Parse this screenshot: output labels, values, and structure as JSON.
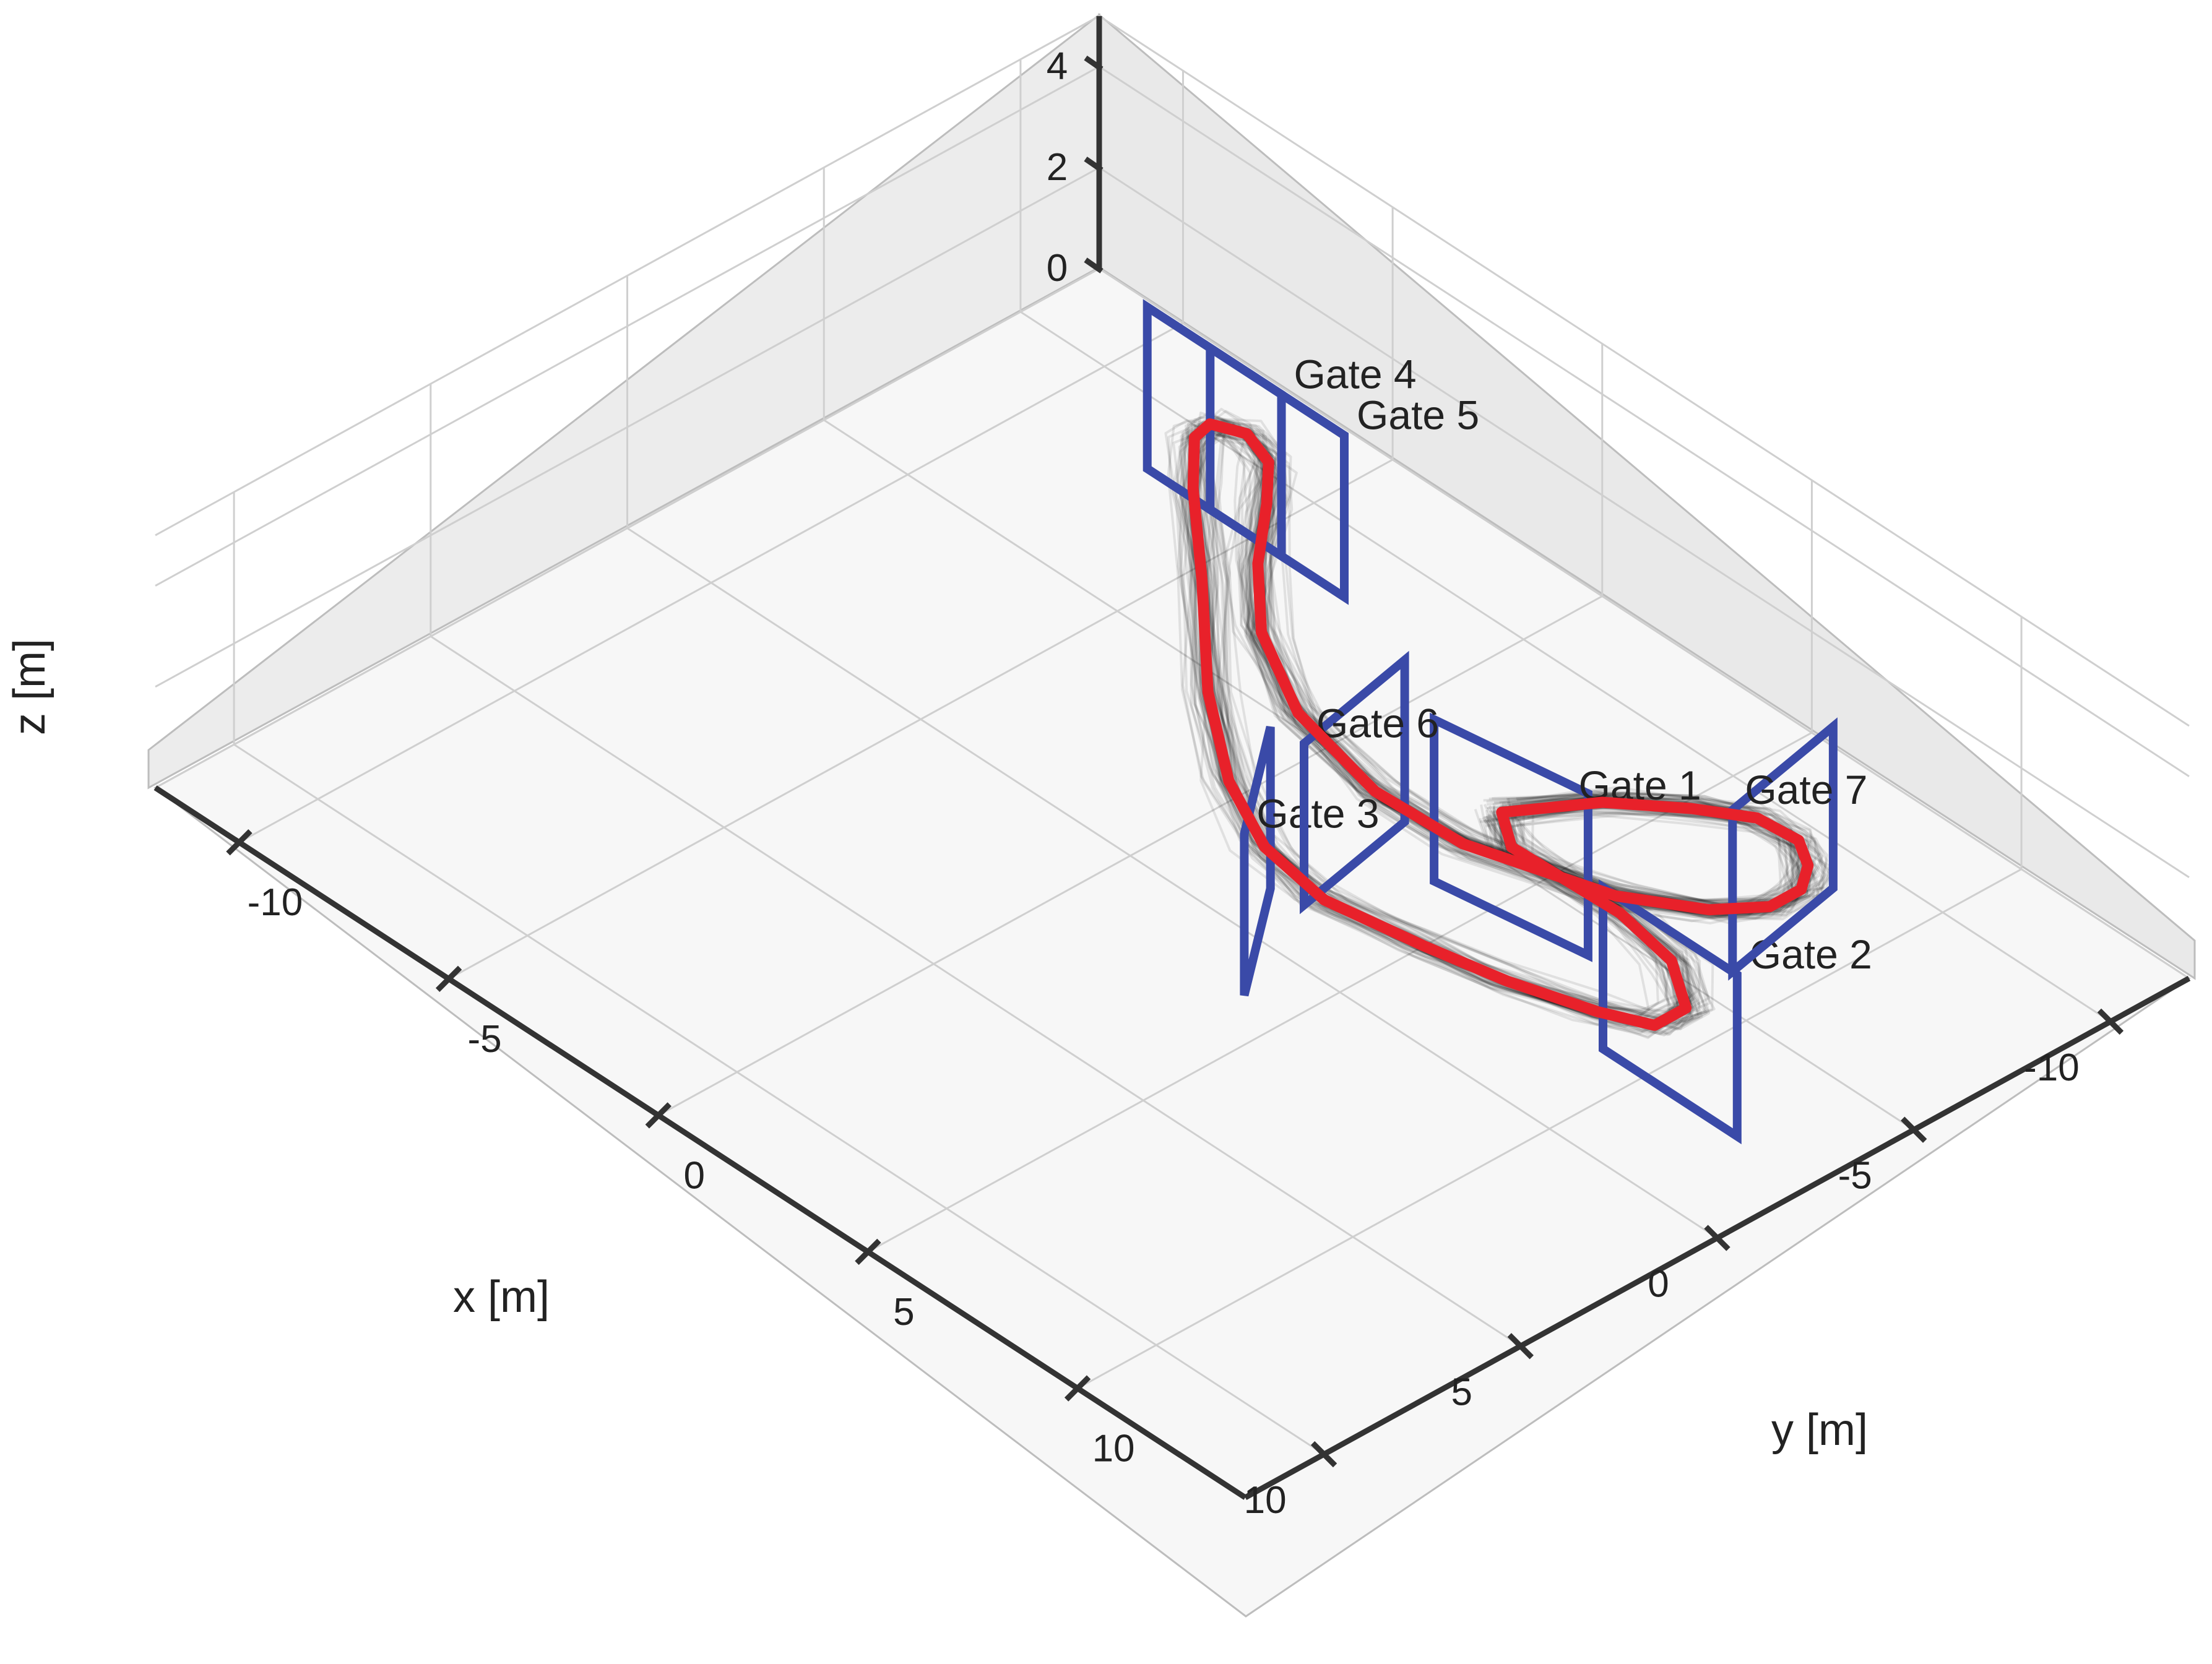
{
  "chart_data": {
    "type": "3d-line",
    "xlabel": "x [m]",
    "ylabel": "y [m]",
    "zlabel": "z [m]",
    "xlim": [
      -12,
      12
    ],
    "ylim": [
      -12,
      14
    ],
    "zlim": [
      0,
      5
    ],
    "x_ticks": [
      -10,
      -5,
      0,
      5,
      10
    ],
    "y_ticks": [
      -10,
      -5,
      0,
      5,
      10
    ],
    "z_ticks": [
      0,
      2,
      4
    ],
    "grid": true,
    "colors": {
      "trajectory": "#e8212a",
      "flights": "#000000",
      "gates": "#3a4aa8",
      "pane": "#ececec",
      "floor": "#f7f7f7",
      "axis": "#333333"
    },
    "gates": [
      {
        "label": "Gate 1",
        "x": -3.5,
        "y": 5.8,
        "z": 2.0,
        "yaw_deg": 100
      },
      {
        "label": "Gate 2",
        "x": -2.0,
        "y": 11.0,
        "z": 2.0,
        "yaw_deg": 90
      },
      {
        "label": "Gate 3",
        "x": 0.5,
        "y": 3.5,
        "z": 2.0,
        "yaw_deg": 35
      },
      {
        "label": "Gate 4",
        "x": -8.0,
        "y": -5.5,
        "z": 2.0,
        "yaw_deg": 90
      },
      {
        "label": "Gate 5",
        "x": -8.0,
        "y": -4.0,
        "z": 2.0,
        "yaw_deg": 90
      },
      {
        "label": "Gate 6",
        "x": -2.5,
        "y": 3.0,
        "z": 2.0,
        "yaw_deg": 10
      },
      {
        "label": "Gate 7",
        "x": -7.0,
        "y": 9.0,
        "z": 2.0,
        "yaw_deg": 10
      }
    ],
    "series": [
      {
        "role": "reference",
        "points": [
          [
            -3.9,
            5.2,
            2.0
          ],
          [
            -5.5,
            6.1,
            2.0
          ],
          [
            -6.6,
            7.2,
            2.0
          ],
          [
            -7.3,
            8.1,
            2.0
          ],
          [
            -7.4,
            9.0,
            2.0
          ],
          [
            -7.0,
            9.6,
            2.0
          ],
          [
            -6.4,
            10.0,
            2.0
          ],
          [
            -5.6,
            10.0,
            2.0
          ],
          [
            -4.7,
            9.4,
            2.0
          ],
          [
            -3.7,
            8.1,
            2.0
          ],
          [
            -2.7,
            5.4,
            2.0
          ],
          [
            -2.6,
            3.4,
            2.0
          ],
          [
            -3.2,
            1.0,
            2.0
          ],
          [
            -4.4,
            -1.0,
            2.0
          ],
          [
            -5.8,
            -2.4,
            2.0
          ],
          [
            -7.2,
            -3.5,
            2.0
          ],
          [
            -8.1,
            -4.3,
            2.0
          ],
          [
            -8.4,
            -5.1,
            2.0
          ],
          [
            -8.1,
            -5.7,
            2.0
          ],
          [
            -7.6,
            -5.6,
            2.0
          ],
          [
            -6.5,
            -4.6,
            2.0
          ],
          [
            -4.7,
            -2.7,
            2.0
          ],
          [
            -2.4,
            -0.4,
            2.0
          ],
          [
            -0.8,
            1.6,
            2.0
          ],
          [
            0.1,
            3.3,
            2.0
          ],
          [
            0.4,
            5.0,
            2.0
          ],
          [
            0.0,
            7.0,
            2.0
          ],
          [
            -0.4,
            8.6,
            2.0
          ],
          [
            -1.0,
            10.2,
            2.0
          ],
          [
            -1.5,
            11.1,
            2.0
          ],
          [
            -2.3,
            11.1,
            2.0
          ],
          [
            -3.1,
            10.0,
            2.0
          ],
          [
            -3.4,
            8.5,
            2.0
          ],
          [
            -3.3,
            6.0,
            2.0
          ],
          [
            -3.9,
            5.2,
            2.0
          ]
        ]
      }
    ]
  }
}
